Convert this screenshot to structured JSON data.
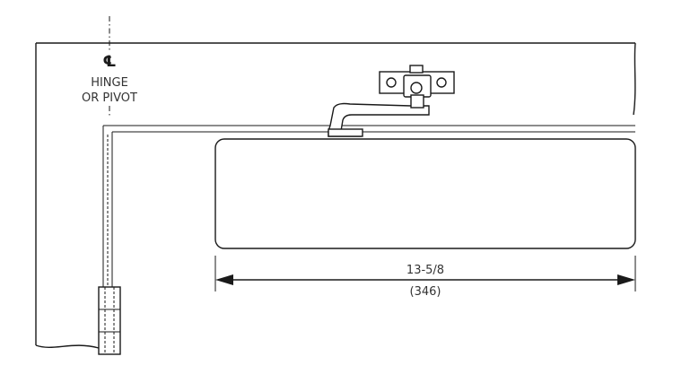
{
  "labels": {
    "centerline_symbol": "℄",
    "hinge_line1": "HINGE",
    "hinge_line2": "OR PIVOT",
    "dimension_imperial": "13-5/8",
    "dimension_metric": "(346)"
  },
  "icons": {
    "centerline": "centerline-icon",
    "arrow": "arrow-head-icon"
  }
}
